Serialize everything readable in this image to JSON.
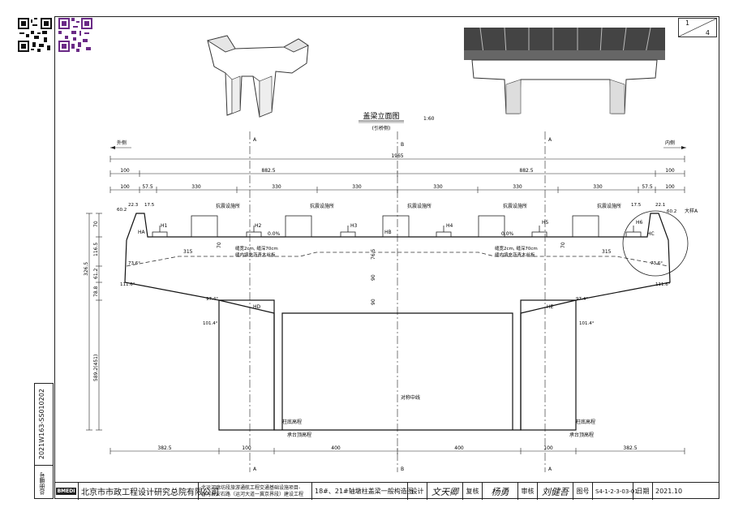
{
  "header": {
    "sheet_index": "1",
    "sheet_total": "4"
  },
  "sidebar": {
    "label": "总册编号",
    "code": "2021W163-SS010202"
  },
  "view": {
    "title": "盖梁立面图",
    "scale": "1:60",
    "subtitle": "(引桥侧)",
    "side_left": "外侧",
    "side_right": "内侧",
    "section_a": "A",
    "section_b": "B",
    "detail_callout": "大样A",
    "center_line": "对称中线",
    "pier_top_mark": "柱底高程",
    "cap_top_mark": "承台顶高程"
  },
  "dims": {
    "total": "1965",
    "top_row": [
      "100",
      "882.5",
      "882.5",
      "100"
    ],
    "second_row": [
      "100",
      "57.5",
      "330",
      "330",
      "330",
      "330",
      "330",
      "330",
      "57.5",
      "100"
    ],
    "bottom_row": [
      "382.5",
      "100",
      "400",
      "400",
      "100",
      "382.5"
    ],
    "left_vertical": [
      "70",
      "116.5",
      "61.2",
      "78.8",
      "589.2(451)",
      "326.5"
    ],
    "center_vertical": [
      "76.5",
      "90",
      "90"
    ],
    "corner": [
      "60.2",
      "22.3",
      "17.5"
    ],
    "corner_right": [
      "17.5",
      "22.1",
      "60.2"
    ],
    "inner": [
      "315",
      "315",
      "70",
      "70"
    ],
    "angles": [
      "73.6°",
      "111.6°",
      "97.4°",
      "101.4°",
      "73.6°",
      "111.6°",
      "97.4°",
      "101.4°"
    ]
  },
  "labels": {
    "seismic": "抗震设施所",
    "slope": "0.0%",
    "joint_note_1": "缝宽2cm, 缝深70cm",
    "joint_note_2": "缝内填充沥青木丝板",
    "points": [
      "HA",
      "H1",
      "H2",
      "H3",
      "HB",
      "H4",
      "H5",
      "H6",
      "HC",
      "HD",
      "HE"
    ]
  },
  "titleblock": {
    "logo": "BMEDI",
    "company": "北京市市政工程设计研究总院有限公司",
    "project_line1": "北运河廊坊段旅游通航工程交通基础设施项目-",
    "project_line2": "香河县安石路（运河大道一冀京界段）建设工程",
    "drawing": "18#、21#轴墩柱盖梁一般构造图",
    "design_label": "设计",
    "design_sig": "文天卿",
    "review_label": "复核",
    "review_sig": "杨勇",
    "check_label": "审核",
    "check_sig": "刘健吾",
    "code_label": "图号",
    "code": "S4-1-2-3-03-01",
    "date_label": "日期",
    "date": "2021.10"
  }
}
